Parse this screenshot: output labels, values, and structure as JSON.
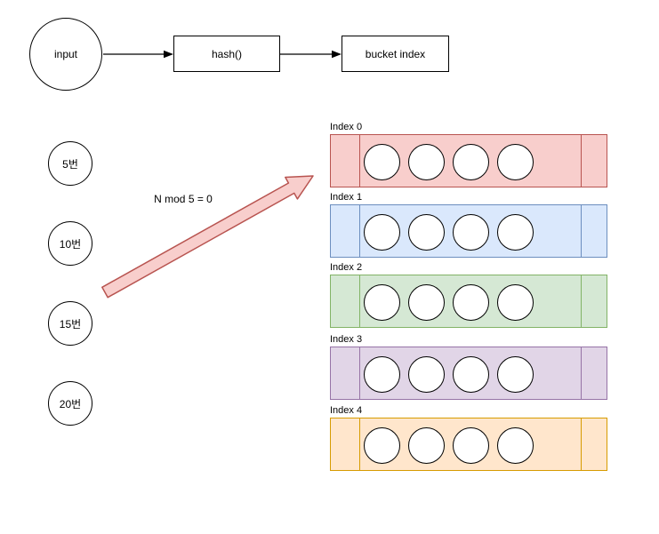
{
  "flow": {
    "input_label": "input",
    "hash_label": "hash()",
    "bucket_index_label": "bucket index"
  },
  "input_items": [
    {
      "label": "5번"
    },
    {
      "label": "10번"
    },
    {
      "label": "15번"
    },
    {
      "label": "20번"
    }
  ],
  "annotation": {
    "text": "N mod 5 = 0"
  },
  "buckets": [
    {
      "label": "Index 0",
      "fill": "#f8cecc",
      "stroke": "#b85450",
      "slots": 4
    },
    {
      "label": "Index 1",
      "fill": "#dae8fc",
      "stroke": "#6c8ebf",
      "slots": 4
    },
    {
      "label": "Index 2",
      "fill": "#d5e8d4",
      "stroke": "#82b366",
      "slots": 4
    },
    {
      "label": "Index 3",
      "fill": "#e1d5e7",
      "stroke": "#9673a6",
      "slots": 4
    },
    {
      "label": "Index 4",
      "fill": "#ffe6cc",
      "stroke": "#d79b00",
      "slots": 4
    }
  ],
  "colors": {
    "connector": "#000000",
    "highlight_arrow_fill": "#f8cecc",
    "highlight_arrow_stroke": "#b85450"
  }
}
